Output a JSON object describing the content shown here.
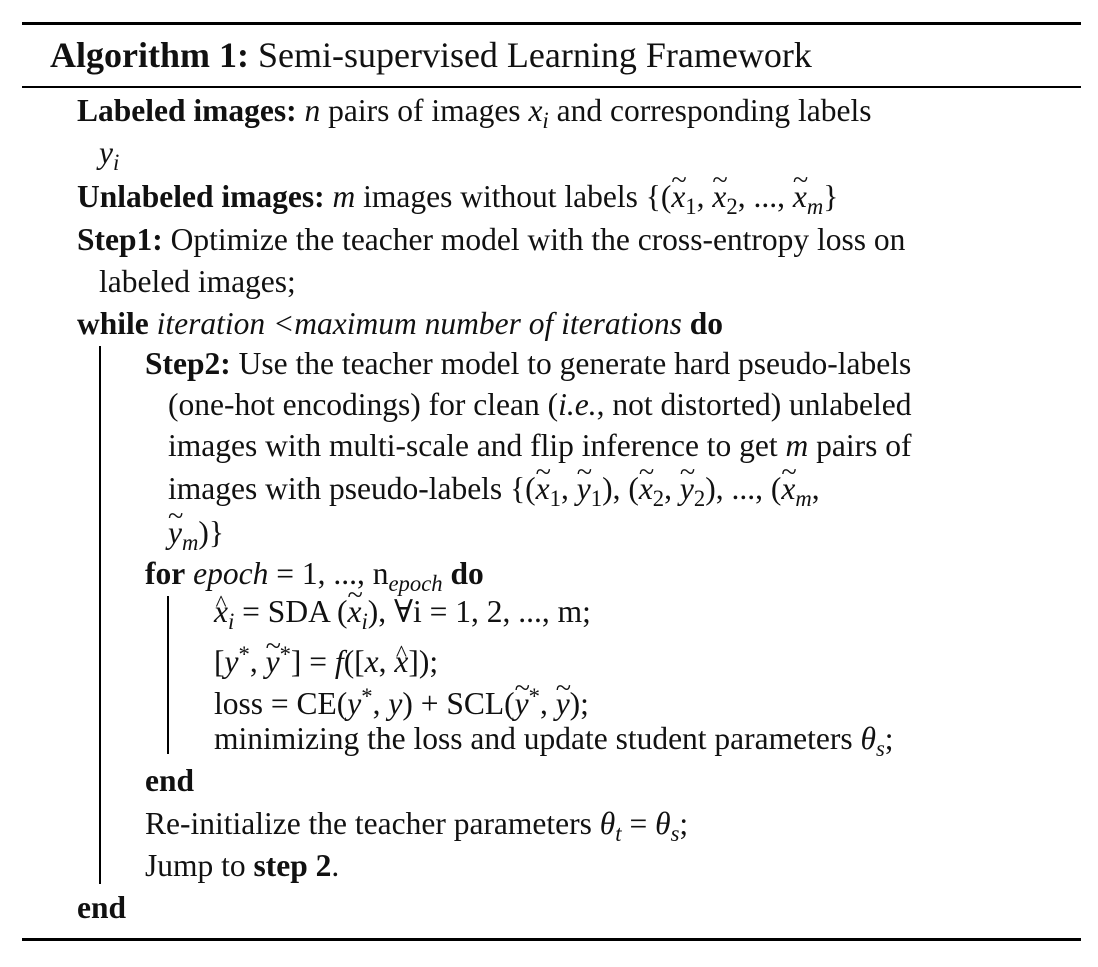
{
  "algorithm": {
    "label": "Algorithm 1:",
    "title": "Semi-supervised Learning Framework"
  },
  "lines": {
    "labeled_key": "Labeled images:",
    "labeled_text_1": "pairs of images",
    "labeled_text_2": "and corresponding labels",
    "unlabeled_key": "Unlabeled images:",
    "unlabeled_text": "images without labels",
    "step1_key": "Step1:",
    "step1_text_a": "Optimize the teacher model with the cross-entropy loss on",
    "step1_text_b": "labeled images;",
    "while_kw": "while",
    "while_cond": "iteration <maximum number of iterations",
    "do_kw": "do",
    "step2_key": "Step2:",
    "step2_text_a": "Use the teacher model to generate hard pseudo-labels",
    "step2_text_b1": "(one-hot encodings) for clean (",
    "step2_text_b_ie": "i.e.",
    "step2_text_b2": ", not distorted) unlabeled",
    "step2_text_c1": "images with multi-scale and flip inference to get",
    "step2_text_c2": "pairs of",
    "step2_text_d": "images with pseudo-labels",
    "for_kw": "for",
    "epoch_var": "epoch",
    "eq1": "= 1, ..., n",
    "epoch_sub": "epoch",
    "sda": "= SDA (",
    "sda_rest": "), ∀i = 1, 2, ..., m;",
    "bracket_line": "[y*, ỹ*] = f([x, x̂]);",
    "loss_a": "loss = CE(",
    "loss_b": ") + SCL(",
    "loss_c": ");",
    "minimize_text": "minimizing the loss and update student parameters",
    "end_for": "end",
    "reinit_text": "Re-initialize the teacher parameters",
    "jump_text": "Jump to",
    "jump_step": "step 2",
    "end_while": "end"
  }
}
